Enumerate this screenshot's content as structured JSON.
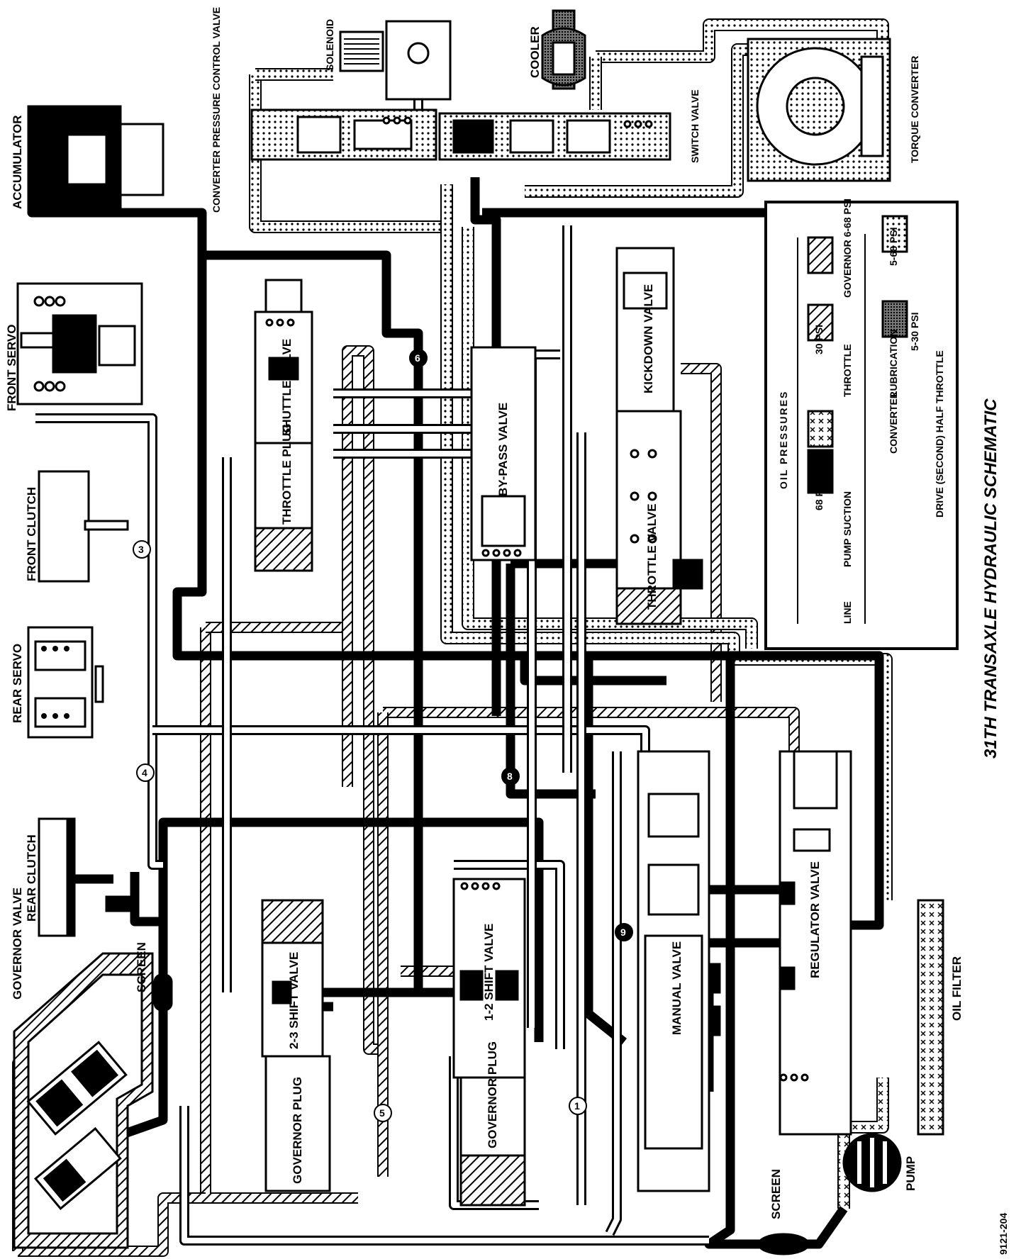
{
  "diagram": {
    "title": "31TH TRANSAXLE HYDRAULIC SCHEMATIC",
    "figure_id": "9121-204",
    "components": {
      "governor_valve": "GOVERNOR VALVE",
      "screen_left": "SCREEN",
      "rear_clutch": "REAR CLUTCH",
      "rear_servo": "REAR SERVO",
      "front_clutch": "FRONT CLUTCH",
      "front_servo": "FRONT SERVO",
      "accumulator": "ACCUMULATOR",
      "converter_pressure_control_valve": "CONVERTER PRESSURE CONTROL VALVE",
      "solenoid": "SOLENOID",
      "cooler": "COOLER",
      "switch_valve": "SWITCH VALVE",
      "torque_converter": "TORQUE CONVERTER",
      "shuttle_valve": "SHUTTLE VALVE",
      "throttle_plug": "THROTTLE PLUG",
      "by_pass_valve": "BY-PASS VALVE",
      "kickdown_valve": "KICKDOWN VALVE",
      "throttle_valve": "THROTTLE VALVE",
      "shift_2_3_valve": "2-3 SHIFT VALVE",
      "governor_plug_1": "GOVERNOR PLUG",
      "shift_1_2_valve": "1-2 SHIFT VALVE",
      "governor_plug_2": "GOVERNOR PLUG",
      "manual_valve": "MANUAL VALVE",
      "regulator_valve": "REGULATOR VALVE",
      "oil_filter": "OIL FILTER",
      "pump": "PUMP",
      "screen_bottom": "SCREEN"
    },
    "check_balls": [
      "1",
      "3",
      "4",
      "5",
      "6",
      "8",
      "9"
    ],
    "legend": {
      "heading": "OIL PRESSURES",
      "items": [
        {
          "name": "LINE",
          "psi": "68 PSI"
        },
        {
          "name": "PUMP SUCTION",
          "psi": ""
        },
        {
          "name": "THROTTLE",
          "psi": "30 PSI"
        },
        {
          "name": "GOVERNOR 6-68 PSI",
          "psi": ""
        },
        {
          "name": "CONVERTER",
          "psi": "5-68 PSI"
        },
        {
          "name": "LUBRICATION",
          "psi": "5-30 PSI"
        }
      ],
      "footer": "DRIVE (SECOND) HALF THROTTLE"
    }
  }
}
